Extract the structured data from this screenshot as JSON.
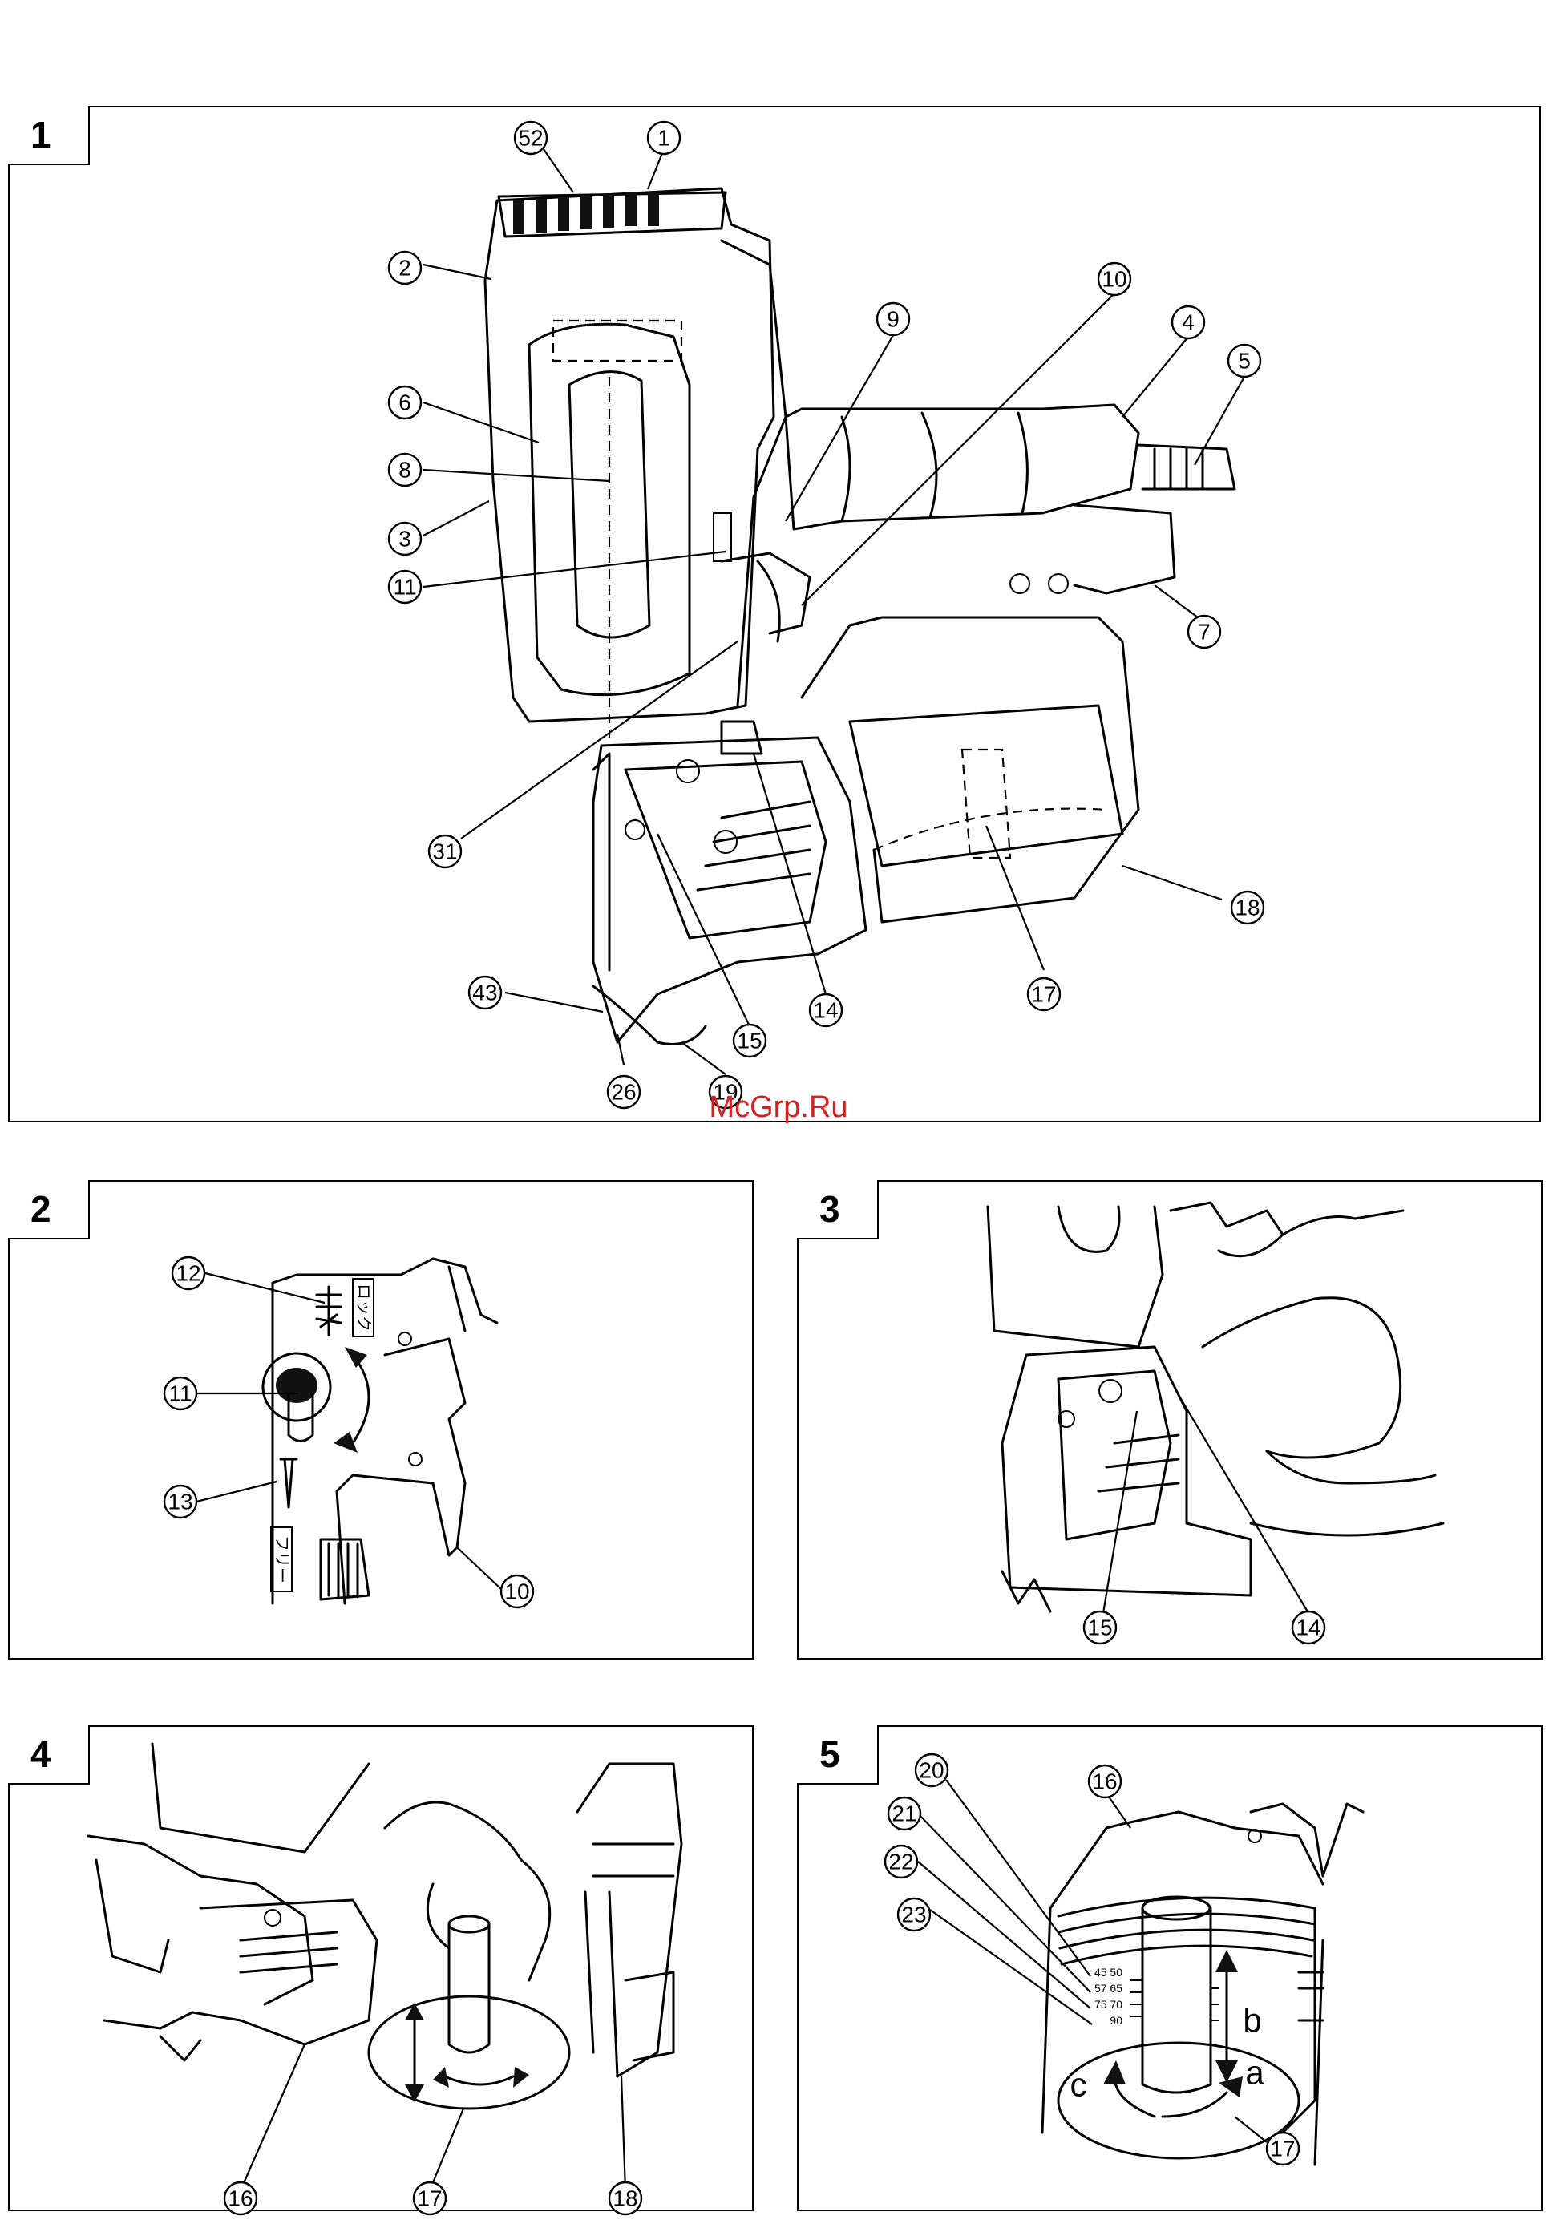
{
  "figures": [
    {
      "number": "1",
      "callouts": [
        "52",
        "1",
        "2",
        "6",
        "8",
        "3",
        "11",
        "9",
        "10",
        "4",
        "5",
        "7",
        "31",
        "14",
        "15",
        "17",
        "18",
        "43",
        "26",
        "19"
      ]
    },
    {
      "number": "2",
      "callouts": [
        "12",
        "11",
        "13",
        "10"
      ]
    },
    {
      "number": "3",
      "callouts": [
        "15",
        "14"
      ]
    },
    {
      "number": "4",
      "callouts": [
        "16",
        "17",
        "18"
      ]
    },
    {
      "number": "5",
      "callouts": [
        "16",
        "20",
        "21",
        "22",
        "23",
        "17"
      ],
      "letters": [
        "a",
        "b",
        "c"
      ],
      "scale_labels": [
        "45 50",
        "57 65",
        "75 70",
        "90"
      ]
    }
  ],
  "switch_labels": {
    "lock": "ロック",
    "free": "フリー"
  },
  "watermark": "McGrp.Ru"
}
